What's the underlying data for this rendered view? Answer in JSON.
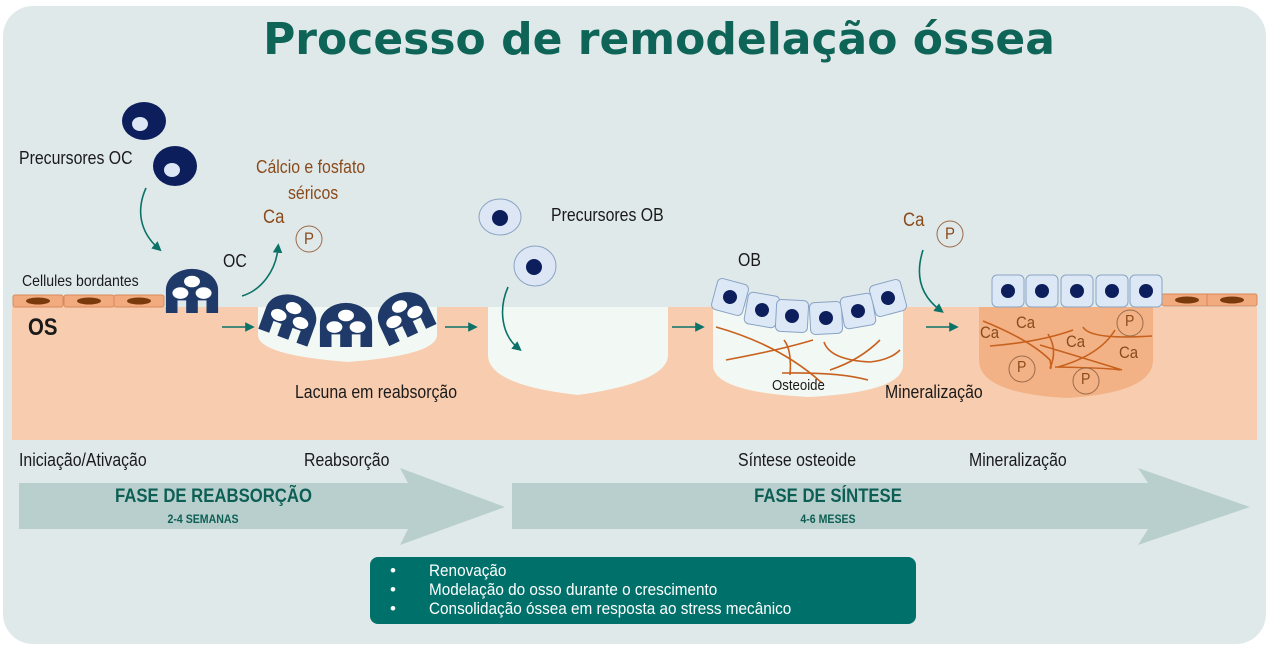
{
  "title": "Processo de remodelação óssea",
  "labels": {
    "precursores_oc": "Precursores OC",
    "calcio_fosfato_line1": "Cálcio e fosfato",
    "calcio_fosfato_line2": "séricos",
    "oc": "OC",
    "cellules_bordantes": "Cellules bordantes",
    "os": "OS",
    "lacuna": "Lacuna em reabsorção",
    "precursores_ob": "Precursores OB",
    "ob": "OB",
    "osteoide": "Osteoide",
    "mineralizacao_bone": "Mineralização"
  },
  "ions": {
    "ca": "Ca",
    "p": "P"
  },
  "stages": [
    {
      "label": "Iniciação/Ativação"
    },
    {
      "label": "Reabsorção"
    },
    {
      "label": "Síntese osteoide"
    },
    {
      "label": "Mineralização"
    }
  ],
  "phases": [
    {
      "title": "FASE DE REABSORÇÃO",
      "duration": "2-4 SEMANAS"
    },
    {
      "title": "FASE DE SÍNTESE",
      "duration": "4-6 MESES"
    }
  ],
  "functions_box": {
    "bullet": "•",
    "items": [
      "Renovação",
      "Modelação do osso durante o crescimento",
      "Consolidação óssea em resposta ao stress mecânico"
    ]
  },
  "colors": {
    "background": "#e0e9ea",
    "bone": "#f8ccae",
    "title": "#0d6457",
    "osteoclast": "#1f3a68",
    "arrow": "#0b7268",
    "ion_text": "#8a4a1a",
    "fiber": "#c8611e",
    "phase_arrow": "#b9cfcd",
    "box": "#00716a"
  }
}
